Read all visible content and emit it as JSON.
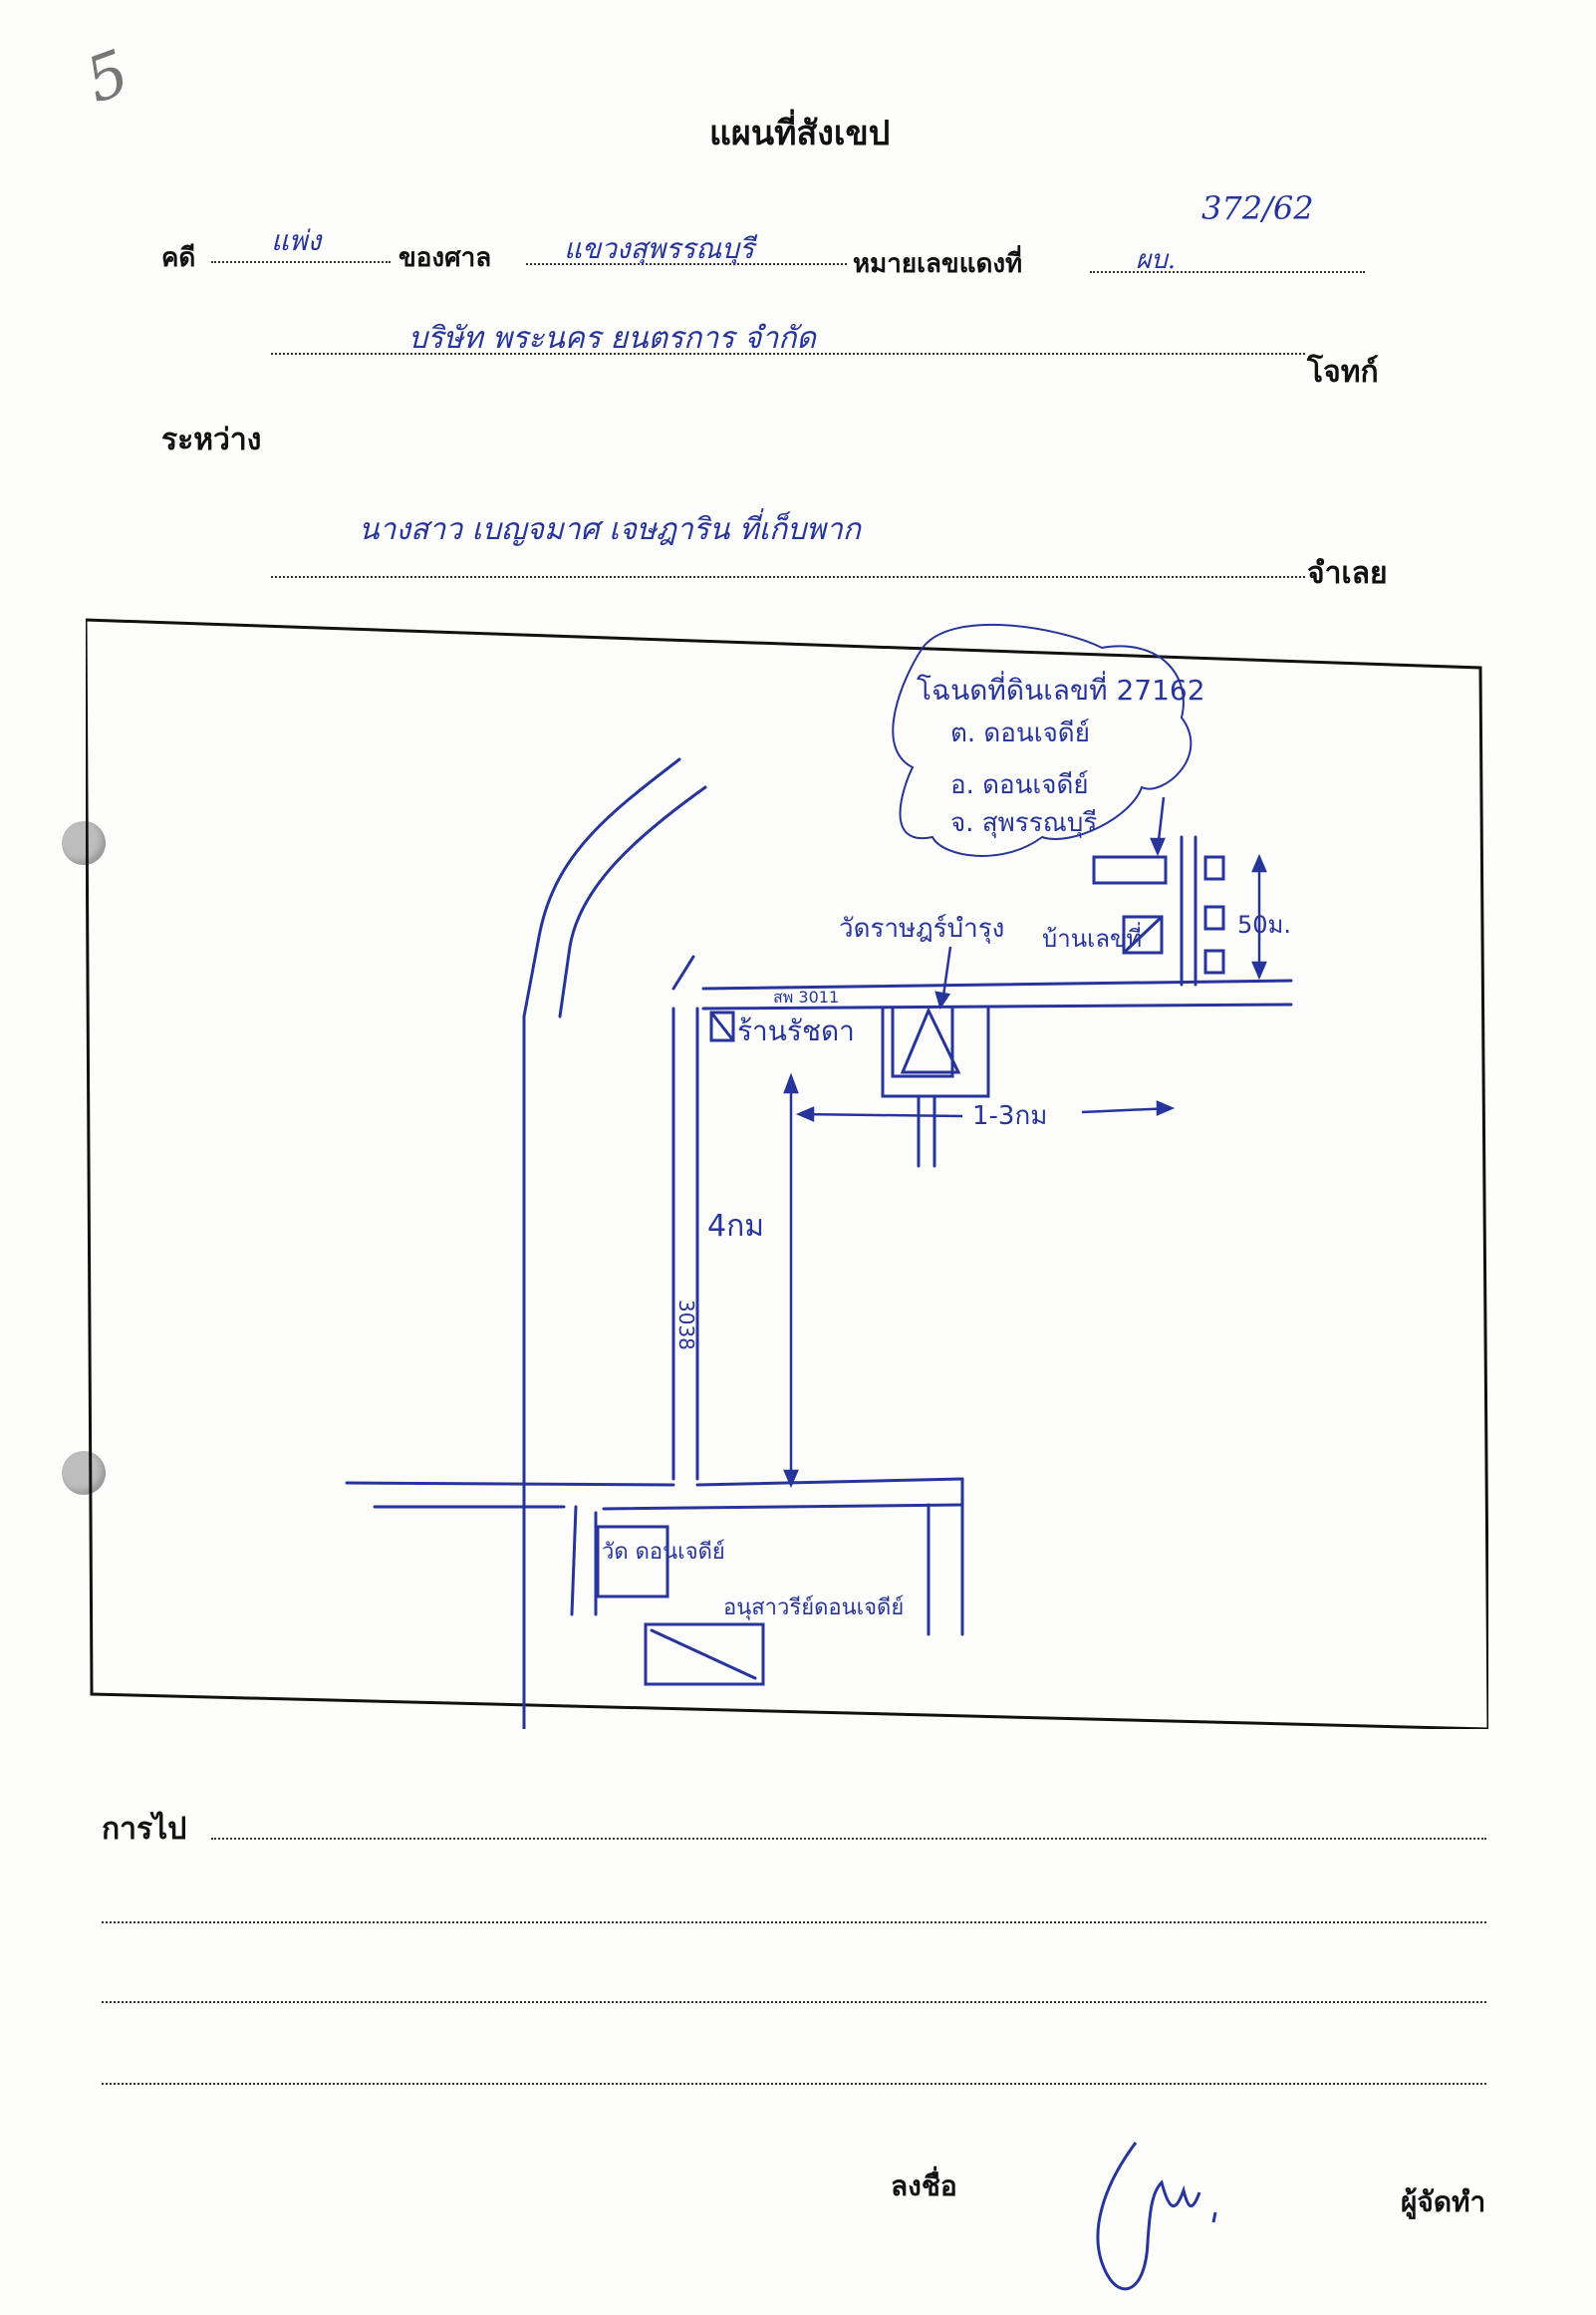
{
  "header": {
    "mark": "5",
    "title": "แผนที่สังเขป"
  },
  "case_line": {
    "case_label": "คดี",
    "case_value": "แพ่ง",
    "court_label": "ของศาล",
    "court_value": "แขวงสุพรรณบุรี",
    "red_no_label": "หมายเลขแดงที่",
    "red_no_value": "ผบ.",
    "red_no_number": "372/62"
  },
  "plaintiff": {
    "value": "บริษัท พระนคร ยนตรการ จำกัด",
    "label": "โจทก์"
  },
  "between_label": "ระหว่าง",
  "defendant": {
    "value": "นางสาว เบญจมาศ เจษฎาริน ที่เก็บพาก",
    "label": "จำเลย"
  },
  "map": {
    "cloud_lines": [
      "โฉนดที่ดินเลขที่ 27162",
      "ต. ดอนเจดีย์",
      "อ. ดอนเจดีย์",
      "จ. สุพรรณบุรี"
    ],
    "temple_label": "วัดราษฎร์บำรุง",
    "house_label": "บ้านเลขที่",
    "distance_50m": "50ม.",
    "road_label_top": "สพ 3011",
    "shop_label": "ร้านรัชดา",
    "distance_1_3km": "1-3กม",
    "distance_4km": "4กม",
    "road_label_vertical": "3038",
    "temple_bottom_label": "วัด ดอนเจดีย์",
    "monument_label": "อนุสาวรีย์ดอนเจดีย์"
  },
  "directions_label": "การไป",
  "signature": {
    "sign_label": "ลงชื่อ",
    "maker_label": "ผู้จัดทำ"
  },
  "colors": {
    "ink": "#27359a",
    "print": "#111111"
  }
}
